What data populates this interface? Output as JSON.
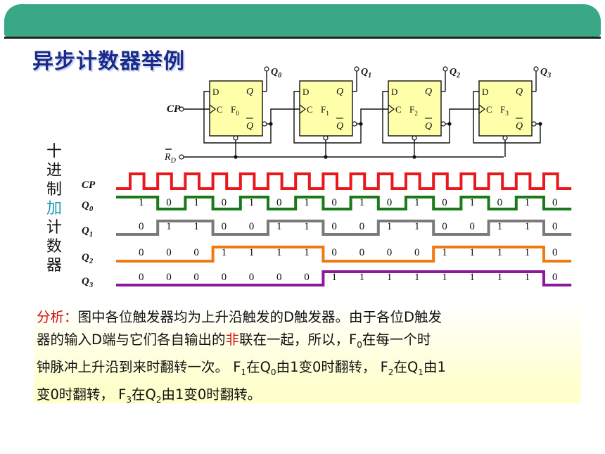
{
  "title": "异步计数器举例",
  "side_label": [
    "十",
    "进",
    "制",
    "加",
    "计",
    "数",
    "器"
  ],
  "circuit": {
    "outputs": [
      "Q",
      "Q",
      "Q",
      "Q"
    ],
    "output_subs": [
      "0",
      "1",
      "2",
      "3"
    ],
    "ff_names": [
      "F",
      "F",
      "F",
      "F"
    ],
    "ff_subs": [
      "0",
      "1",
      "2",
      "3"
    ],
    "d_label": "D",
    "c_label": "C",
    "q_label": "Q",
    "qbar_label": "Q",
    "cp_label": "CP",
    "rd_label": "R",
    "rd_sub": "D"
  },
  "waveform": {
    "signals": [
      {
        "name": "CP",
        "sub": "",
        "color": "#e8181c",
        "bits": []
      },
      {
        "name": "Q",
        "sub": "0",
        "color": "#1a7a1a",
        "bits": [
          "1",
          "0",
          "1",
          "0",
          "1",
          "0",
          "1",
          "0",
          "1",
          "0",
          "1",
          "0",
          "1",
          "0",
          "1",
          "0"
        ]
      },
      {
        "name": "Q",
        "sub": "1",
        "color": "#7a7a7a",
        "bits": [
          "0",
          "1",
          "1",
          "0",
          "0",
          "1",
          "1",
          "0",
          "0",
          "1",
          "1",
          "0",
          "0",
          "1",
          "1",
          "0"
        ]
      },
      {
        "name": "Q",
        "sub": "2",
        "color": "#f07a10",
        "bits": [
          "0",
          "0",
          "0",
          "1",
          "1",
          "1",
          "1",
          "0",
          "0",
          "0",
          "0",
          "1",
          "1",
          "1",
          "1",
          "0"
        ]
      },
      {
        "name": "Q",
        "sub": "3",
        "color": "#8a1a9a",
        "bits": [
          "0",
          "0",
          "0",
          "0",
          "0",
          "0",
          "0",
          "1",
          "1",
          "1",
          "1",
          "1",
          "1",
          "1",
          "1",
          "0"
        ]
      }
    ]
  },
  "analysis": {
    "label": "分析：",
    "line1": "图中各位触发器均为上升沿触发的D触发器。由于各位D触发",
    "line2_a": "器的输入D端与它们各自输出的",
    "line2_red": "非",
    "line2_b": "联在一起，所以，F",
    "line2_sub": "0",
    "line2_c": "在每一个时",
    "line3_a": "钟脉冲上升沿到来时翻转一次。 F",
    "line3_sub1": "1",
    "line3_b": "在Q",
    "line3_sub2": "0",
    "line3_c": "由1变0时翻转， F",
    "line3_sub3": "2",
    "line3_d": "在Q",
    "line3_sub4": "1",
    "line3_e": "由1",
    "line4_a": "变0时翻转， F",
    "line4_sub1": "3",
    "line4_b": "在Q",
    "line4_sub2": "2",
    "line4_c": "由1变0时翻转。"
  }
}
